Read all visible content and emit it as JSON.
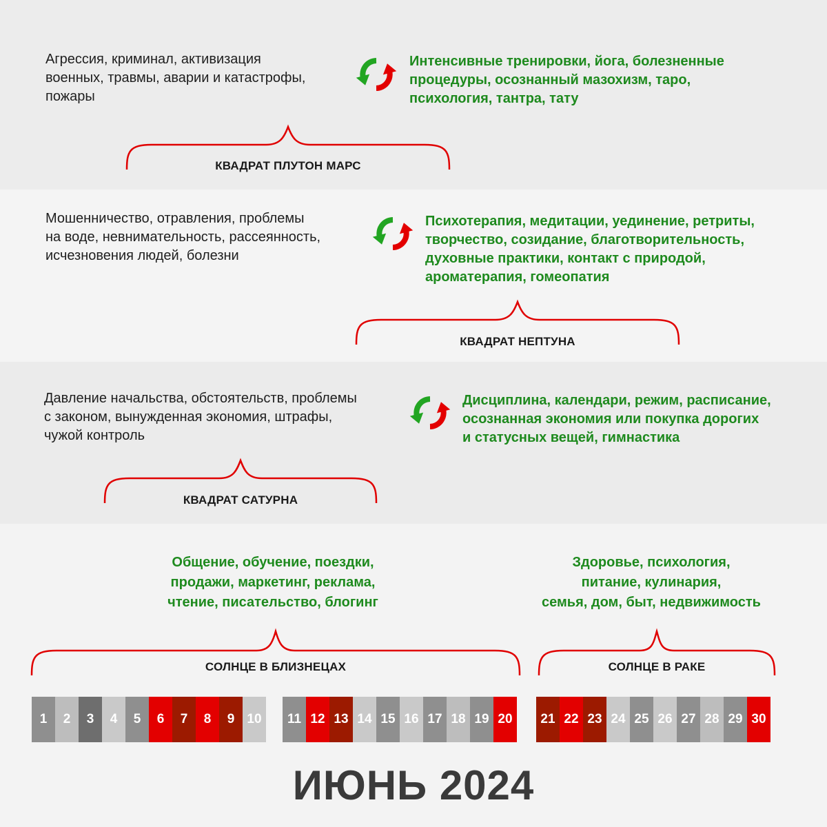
{
  "sections": [
    {
      "negative": [
        "Агрессия, криминал, активизация",
        "военных, травмы, аварии и катастрофы,",
        "пожары"
      ],
      "positive": [
        "Интенсивные тренировки, йога, болезненные",
        "процедуры, осознанный мазохизм, таро,",
        "психология, тантра, тату"
      ],
      "label": "КВАДРАТ ПЛУТОН МАРС"
    },
    {
      "negative": [
        "Мошенничество, отравления, проблемы",
        "на воде, невнимательность, рассеянность,",
        "исчезновения людей, болезни"
      ],
      "positive": [
        "Психотерапия, медитации, уединение, ретриты,",
        "творчество, созидание, благотворительность,",
        "духовные практики, контакт с природой,",
        "ароматерапия, гомеопатия"
      ],
      "label": "КВАДРАТ НЕПТУНА"
    },
    {
      "negative": [
        "Давление начальства, обстоятельств, проблемы",
        "с законом, вынужденная экономия, штрафы,",
        "чужой контроль"
      ],
      "positive": [
        "Дисциплина, календари, режим, расписание,",
        "осознанная экономия или покупка дорогих",
        "и статусных вещей, гимнастика"
      ],
      "label": "КВАДРАТ САТУРНА"
    }
  ],
  "sun": [
    {
      "topics": [
        "Общение, обучение, поездки,",
        "продажи, маркетинг, реклама,",
        "чтение, писательство, блогинг"
      ],
      "label": "СОЛНЦЕ В БЛИЗНЕЦАХ"
    },
    {
      "topics": [
        "Здоровье, психология,",
        "питание, кулинария,",
        "семья, дом, быт, недвижимость"
      ],
      "label": "СОЛНЦЕ В РАКЕ"
    }
  ],
  "days": {
    "group1": [
      {
        "n": "1",
        "c": "c1"
      },
      {
        "n": "2",
        "c": "c2"
      },
      {
        "n": "3",
        "c": "c3"
      },
      {
        "n": "4",
        "c": "c4"
      },
      {
        "n": "5",
        "c": "c1"
      },
      {
        "n": "6",
        "c": "r1"
      },
      {
        "n": "7",
        "c": "r2"
      },
      {
        "n": "8",
        "c": "r1"
      },
      {
        "n": "9",
        "c": "r2"
      },
      {
        "n": "10",
        "c": "c4"
      }
    ],
    "group2": [
      {
        "n": "11",
        "c": "c1"
      },
      {
        "n": "12",
        "c": "r1"
      },
      {
        "n": "13",
        "c": "r2"
      },
      {
        "n": "14",
        "c": "c4"
      },
      {
        "n": "15",
        "c": "c1"
      },
      {
        "n": "16",
        "c": "c4"
      },
      {
        "n": "17",
        "c": "c1"
      },
      {
        "n": "18",
        "c": "c2"
      },
      {
        "n": "19",
        "c": "c1"
      },
      {
        "n": "20",
        "c": "r1"
      }
    ],
    "group3": [
      {
        "n": "21",
        "c": "r2"
      },
      {
        "n": "22",
        "c": "r1"
      },
      {
        "n": "23",
        "c": "r2"
      },
      {
        "n": "24",
        "c": "c4"
      },
      {
        "n": "25",
        "c": "c1"
      },
      {
        "n": "26",
        "c": "c4"
      },
      {
        "n": "27",
        "c": "c1"
      },
      {
        "n": "28",
        "c": "c2"
      },
      {
        "n": "29",
        "c": "c1"
      },
      {
        "n": "30",
        "c": "r1"
      }
    ]
  },
  "month": "ИЮНЬ 2024",
  "colors": {
    "green": "#1e8a1e",
    "red": "#e30000",
    "brace": "#e00000"
  },
  "icons": {
    "cycle": "refresh-cycle-icon"
  }
}
